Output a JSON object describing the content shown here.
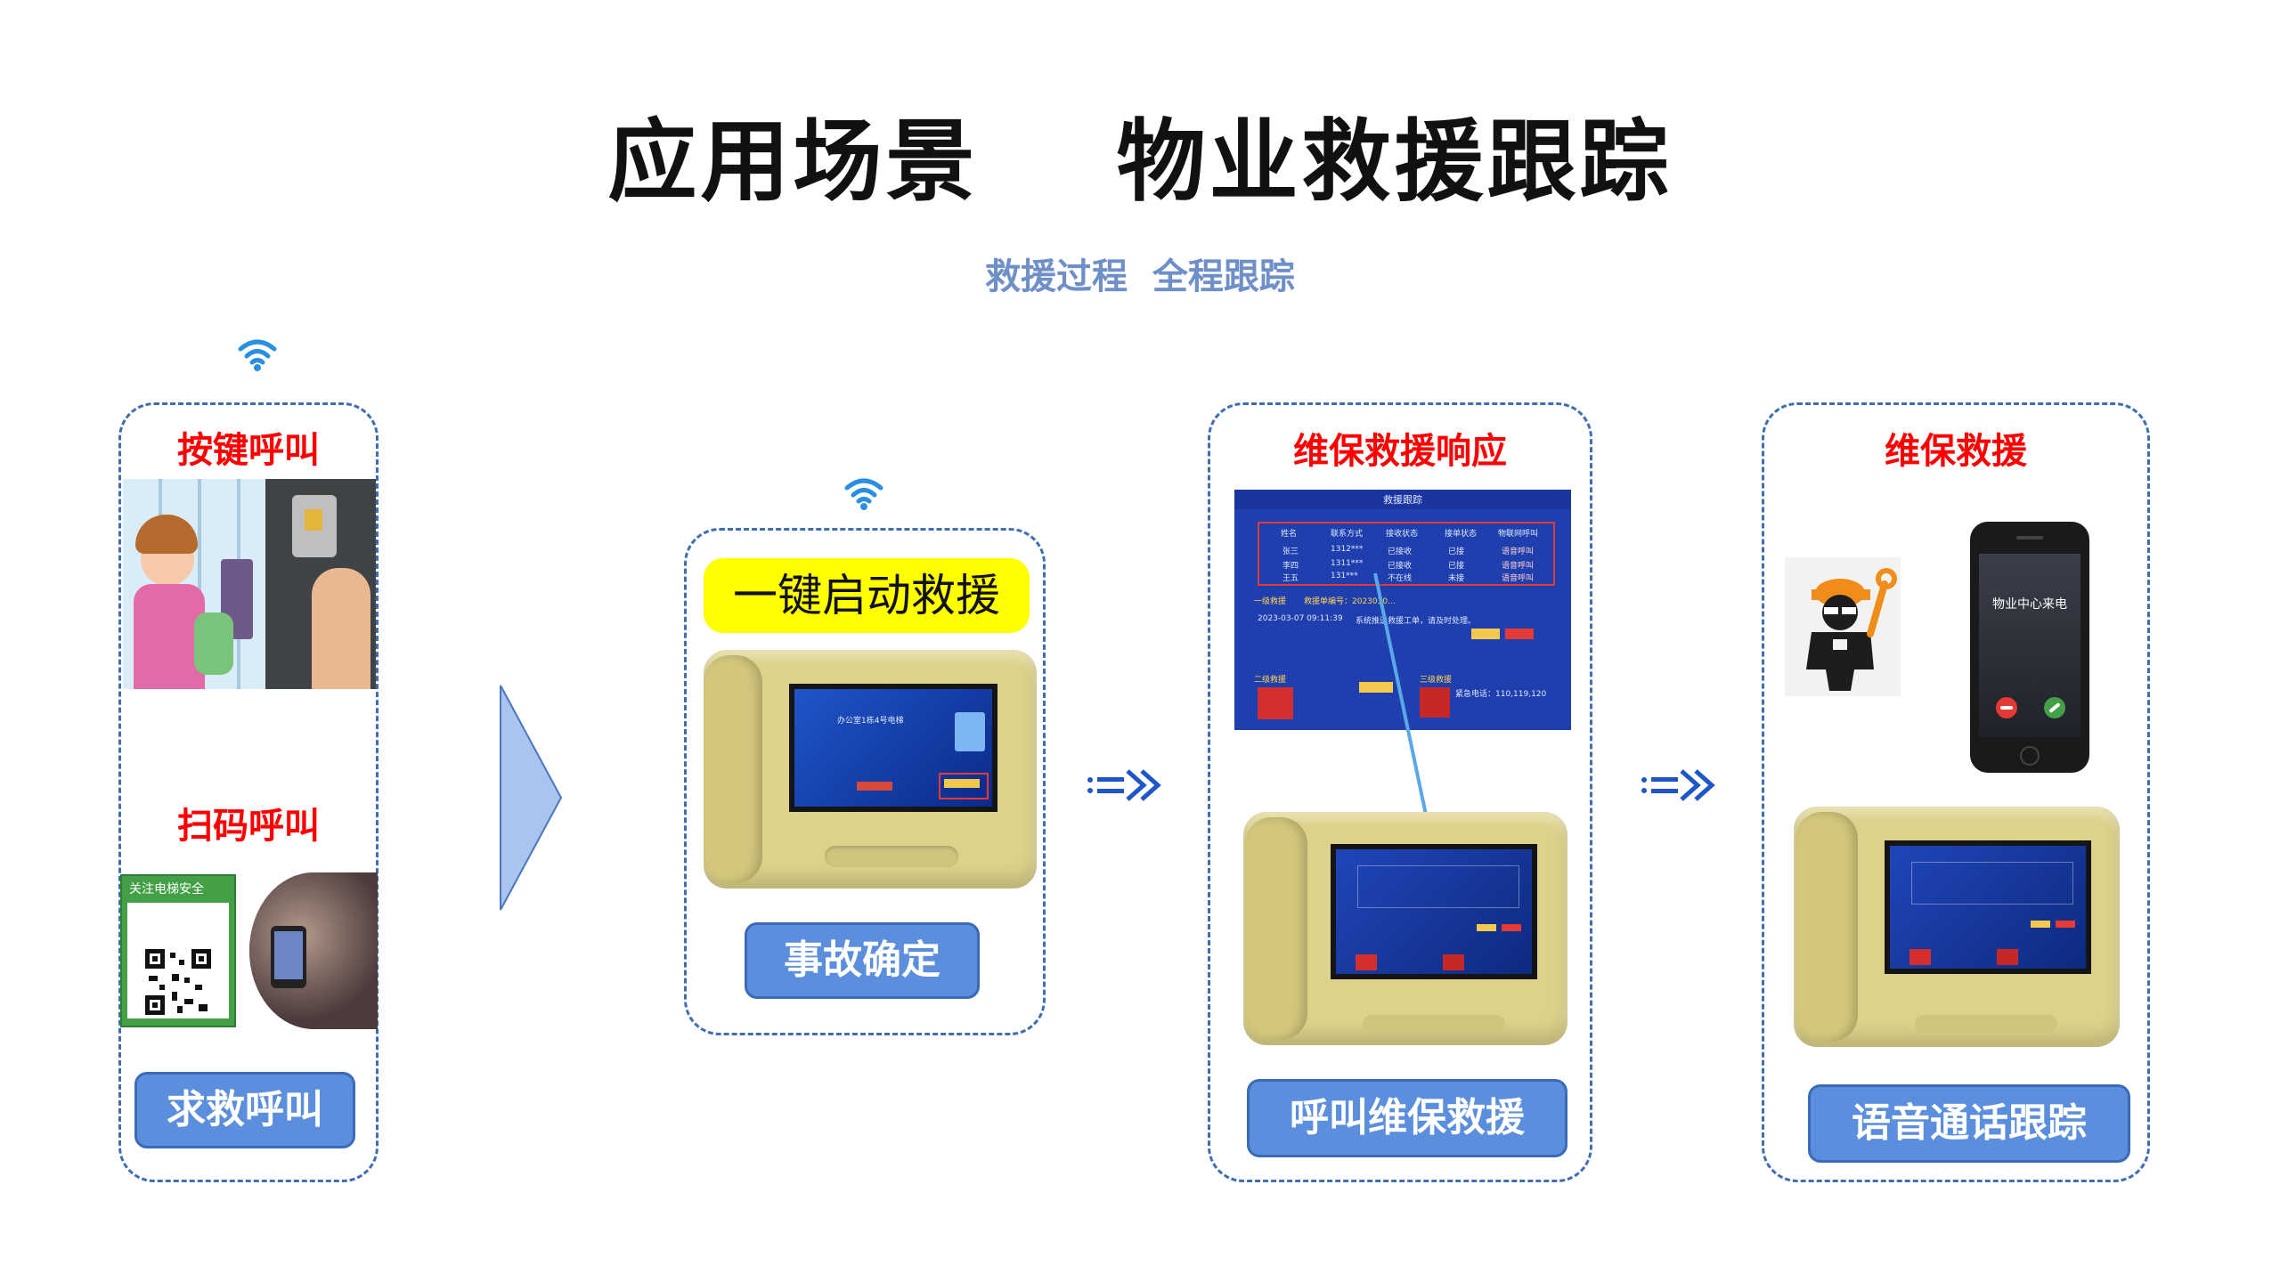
{
  "page": {
    "title": "应用场景    物业救援跟踪",
    "subtitle": "救援过程  全程跟踪"
  },
  "panel1": {
    "heading_top": "按键呼叫",
    "heading_mid": "扫码呼叫",
    "qr_header": "关注电梯安全",
    "button": "求救呼叫"
  },
  "panel2": {
    "banner": "一键启动救援",
    "screen_text": "办公室1栋4号电梯",
    "button": "事故确定"
  },
  "panel3": {
    "heading": "维保救援响应",
    "screen_header": "救援跟踪",
    "table_headers": [
      "姓名",
      "联系方式",
      "接收状态",
      "接单状态",
      "物联网呼叫"
    ],
    "rows": [
      [
        "张三",
        "1312***",
        "已接收",
        "已接",
        "语音呼叫"
      ],
      [
        "李四",
        "1311***",
        "已接收",
        "已接",
        "语音呼叫"
      ],
      [
        "王五",
        "131***",
        "不在线",
        "未接",
        "语音呼叫"
      ]
    ],
    "level1_label": "一级救援",
    "rescue_no_label": "救援单编号：2023030...",
    "timestamp": "2023-03-07 09:11:39",
    "notice": "系统推送救援工单，请及时处理。",
    "level2_label": "二级救援",
    "level3_label": "三级救援",
    "emergency": "紧急电话：110,119,120",
    "button": "呼叫维保救援"
  },
  "panel4": {
    "heading": "维保救援",
    "phone_caller": "物业中心来电",
    "button": "语音通话跟踪"
  },
  "colors": {
    "accent_blue": "#5b8edc",
    "heading_red": "#ff0000",
    "banner_yellow": "#ffff00",
    "dash_border": "#3f6fb0"
  },
  "icons": [
    "wifi-icon",
    "arrow-right-icon",
    "double-chevron-icon",
    "mechanic-icon",
    "phone-decline-icon",
    "phone-accept-icon"
  ]
}
